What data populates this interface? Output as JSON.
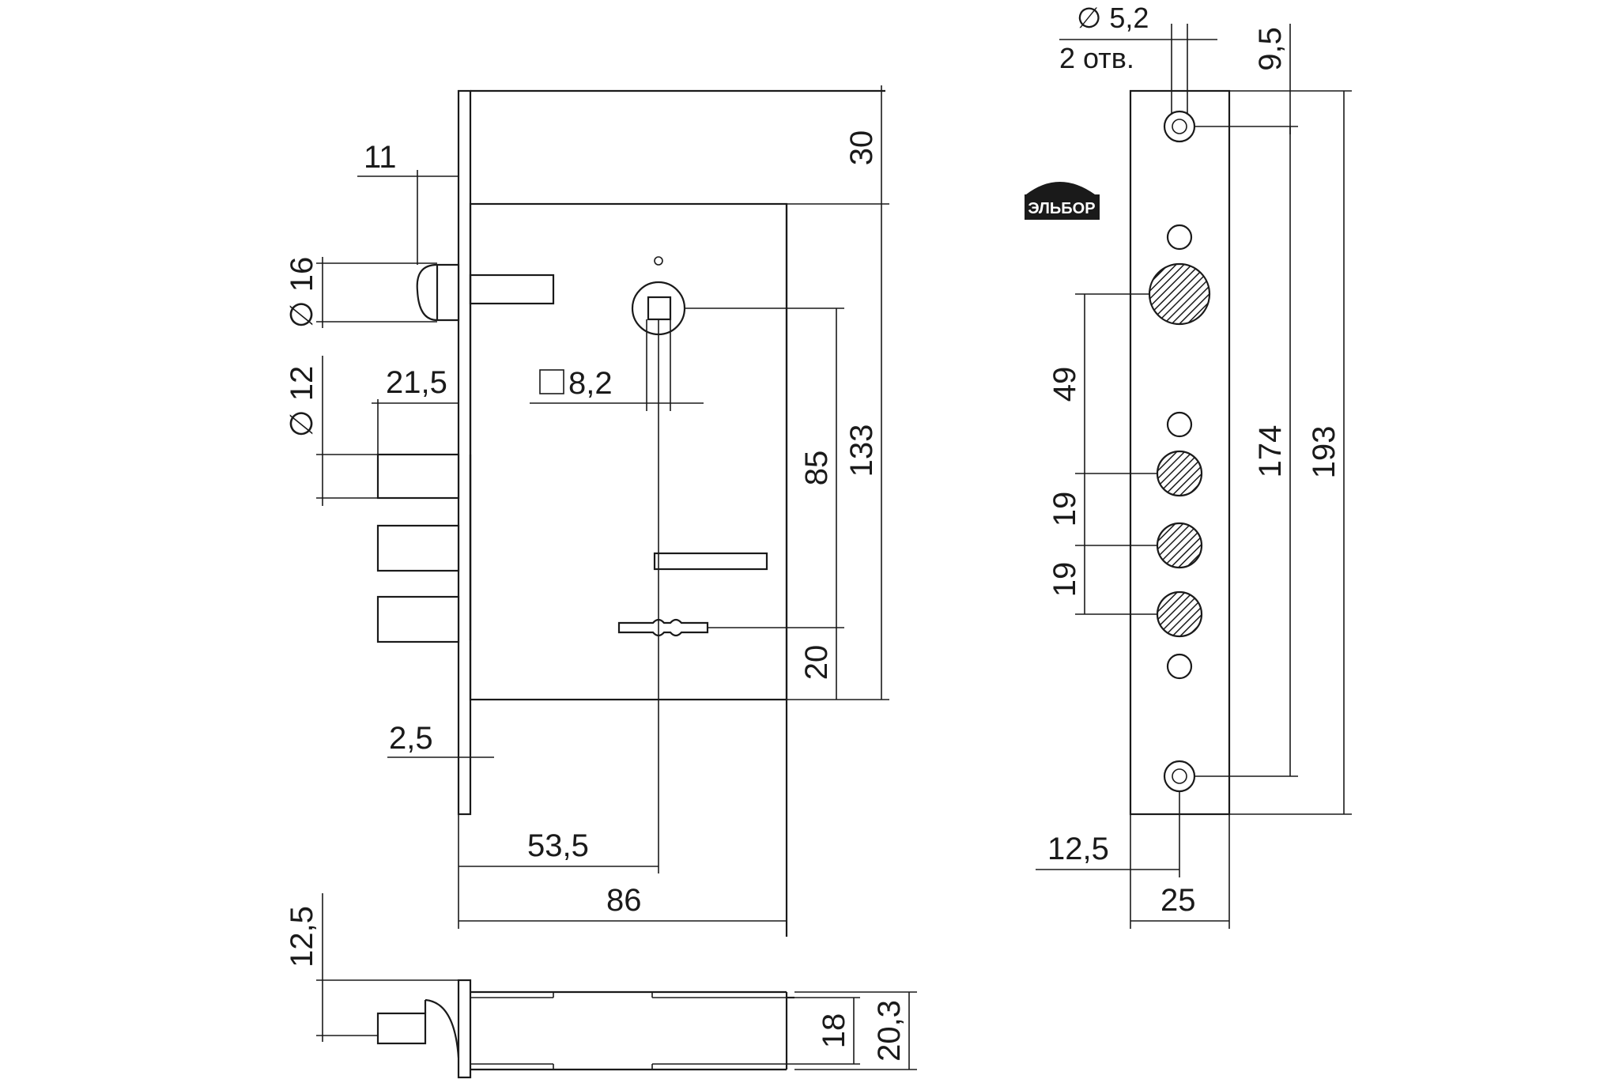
{
  "logo": {
    "text": "ЭЛЬБОР"
  },
  "dimensions": {
    "front_backset_bolt_offset": "11",
    "front_bolt_diameter": "∅ 16",
    "front_small_bolt_diameter": "∅ 12",
    "front_bolt_projection": "21,5",
    "front_spindle_square": "8,2",
    "front_top_offset": "30",
    "front_spindle_to_key": "85",
    "front_body_height": "133",
    "front_key_to_bottom": "20",
    "front_faceplate_thickness": "2,5",
    "front_backset": "53,5",
    "front_body_depth": "86",
    "bottom_offset": "12,5",
    "bottom_inner_height": "18",
    "bottom_outer_height": "20,3",
    "side_hole_diameter": "∅ 5,2",
    "side_hole_count": "2 отв.",
    "side_top_offset": "9,5",
    "side_bolt_spacing_1": "49",
    "side_bolt_spacing_2": "19",
    "side_bolt_spacing_3": "19",
    "side_hole_spacing": "174",
    "side_plate_length": "193",
    "side_hole_offset": "12,5",
    "side_plate_width": "25"
  }
}
